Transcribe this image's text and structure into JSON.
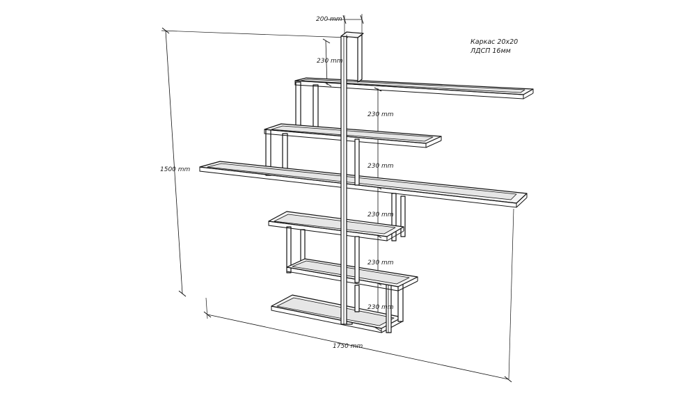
{
  "notes": {
    "frame": "Каркас 20x20",
    "board": "ЛДСП 16мм"
  },
  "dimensions": {
    "depth": "200 mm",
    "height": "1500 mm",
    "width": "1750 mm",
    "shelf_spacing": [
      "230 mm",
      "230 mm",
      "230 mm",
      "230 mm",
      "230 mm",
      "230 mm"
    ]
  }
}
